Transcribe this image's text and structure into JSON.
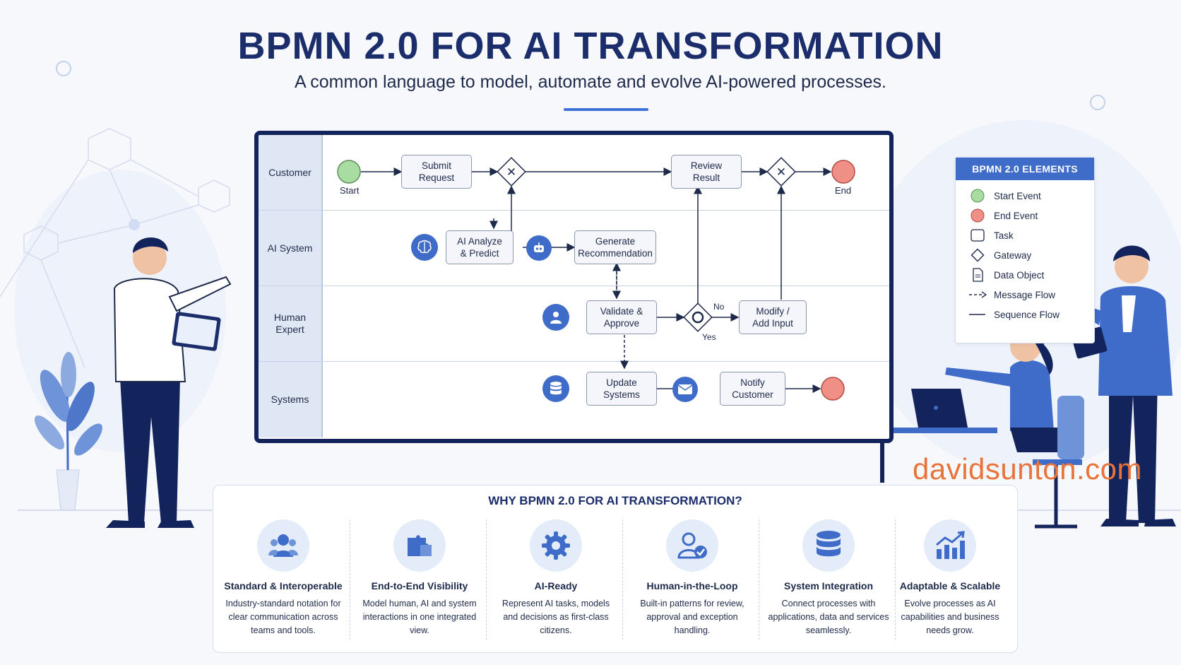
{
  "header": {
    "title": "BPMN 2.0 FOR AI TRANSFORMATION",
    "subtitle": "A common language to model, automate and evolve AI-powered processes."
  },
  "diagram": {
    "lanes": [
      "Customer",
      "AI System",
      "Human Expert",
      "Systems"
    ],
    "events": {
      "start": "Start",
      "end": "End"
    },
    "tasks": {
      "submit": "Submit\nRequest",
      "review": "Review\nResult",
      "analyze": "AI Analyze\n& Predict",
      "generate": "Generate\nRecommendation",
      "validate": "Validate &\nApprove",
      "modify": "Modify /\nAdd Input",
      "update": "Update\nSystems",
      "notify": "Notify\nCustomer"
    },
    "gateway_labels": {
      "no": "No",
      "yes": "Yes"
    }
  },
  "legend": {
    "title": "BPMN 2.0 ELEMENTS",
    "items": [
      "Start Event",
      "End Event",
      "Task",
      "Gateway",
      "Data Object",
      "Message Flow",
      "Sequence Flow"
    ]
  },
  "why": {
    "title": "WHY BPMN 2.0 FOR AI TRANSFORMATION?",
    "items": [
      {
        "heading": "Standard & Interoperable",
        "text": "Industry-standard notation for clear communication across teams and tools.",
        "icon": "users-icon"
      },
      {
        "heading": "End-to-End Visibility",
        "text": "Model human, AI and system interactions in one integrated view.",
        "icon": "puzzle-icon"
      },
      {
        "heading": "AI-Ready",
        "text": "Represent AI tasks, models and decisions as first-class citizens.",
        "icon": "gear-icon"
      },
      {
        "heading": "Human-in-the-Loop",
        "text": "Built-in patterns for review, approval and exception handling.",
        "icon": "user-check-icon"
      },
      {
        "heading": "System Integration",
        "text": "Connect processes with applications, data and services seamlessly.",
        "icon": "database-icon"
      },
      {
        "heading": "Adaptable & Scalable",
        "text": "Evolve processes as AI capabilities and business needs grow.",
        "icon": "growth-chart-icon"
      }
    ]
  },
  "watermark": "davidsunton.com",
  "colors": {
    "navy": "#1b2d6b",
    "accent": "#3f6cc8",
    "start": "#a8dca0",
    "end": "#ef8f86"
  }
}
